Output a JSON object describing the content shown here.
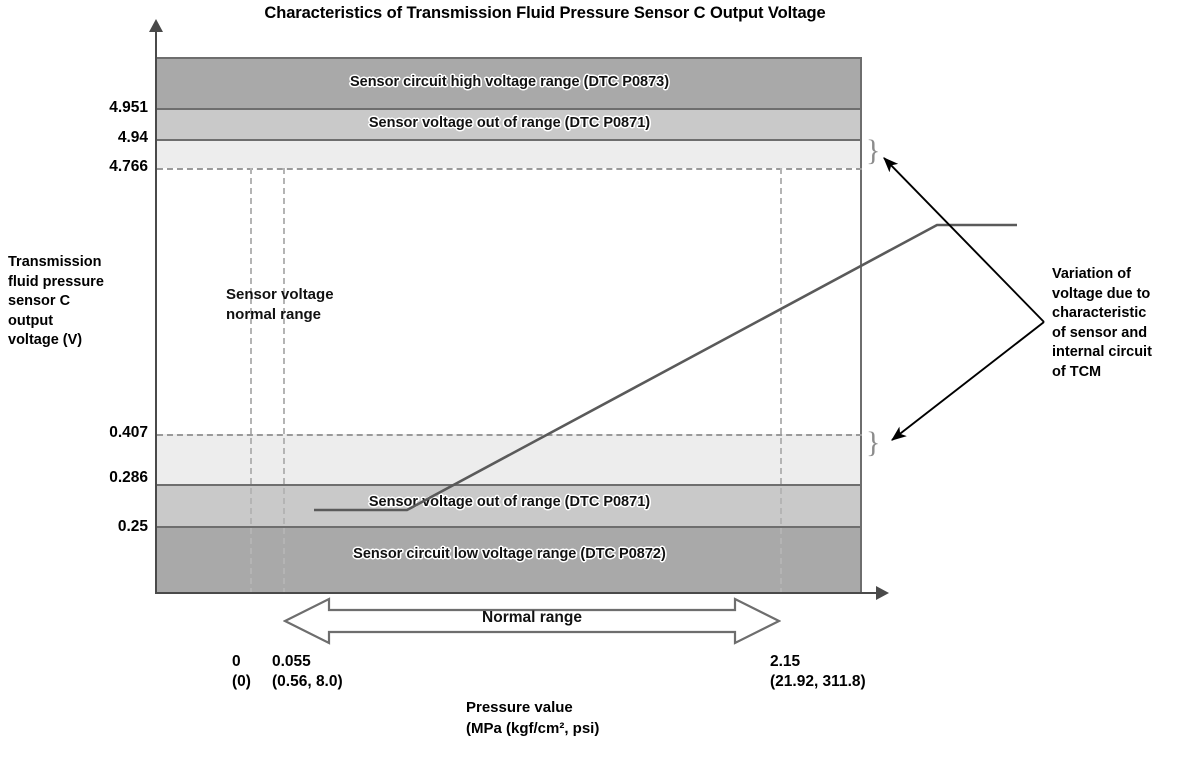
{
  "chart_data": {
    "type": "line",
    "title": "Characteristics of Transmission Fluid Pressure Sensor C Output Voltage",
    "xlabel_line1": "Pressure value",
    "xlabel_line2": "(MPa (kgf/cm², psi)",
    "ylabel_lines": [
      "Transmission",
      "fluid pressure",
      "sensor C",
      "output",
      "voltage (V)"
    ],
    "x": [
      0,
      0.055,
      2.15
    ],
    "y": [
      0.35,
      0.35,
      4.766
    ],
    "xlim": [
      -0.13,
      2.66
    ],
    "ylim": [
      0.0,
      5.3
    ],
    "grid": false,
    "legend": null,
    "series": [
      {
        "name": "Sensor output voltage",
        "points": [
          {
            "x": 0,
            "y": 0.35
          },
          {
            "x": 0.055,
            "y": 0.35
          },
          {
            "x": 2.15,
            "y": 4.766
          },
          {
            "x": 2.66,
            "y": 4.766
          }
        ]
      }
    ],
    "ytick_values": [
      4.951,
      4.94,
      4.766,
      0.407,
      0.286,
      0.25
    ],
    "ytick_labels": [
      "4.951",
      "4.94",
      "4.766",
      "0.407",
      "0.286",
      "0.25"
    ],
    "xtick_values": [
      0,
      0.055,
      2.15
    ],
    "xtick_labels": [
      "0",
      "0.055",
      "2.15"
    ],
    "xtick_sublabels": [
      "(0)",
      "(0.56, 8.0)",
      "(21.92, 311.8)"
    ],
    "bands": [
      {
        "id": "high-voltage-range",
        "label": "Sensor circuit high voltage range (DTC P0873)",
        "y_from": 4.951,
        "y_to": 5.3,
        "color": "#a9a9a9"
      },
      {
        "id": "out-of-range-high",
        "label": "Sensor voltage out of range (DTC P0871)",
        "y_from": 4.94,
        "y_to": 4.951,
        "color": "#c9c9c9"
      },
      {
        "id": "variation-high",
        "label": "",
        "y_from": 4.766,
        "y_to": 4.94,
        "color": "#ededed"
      },
      {
        "id": "variation-low",
        "label": "",
        "y_from": 0.286,
        "y_to": 0.407,
        "color": "#ededed"
      },
      {
        "id": "out-of-range-low",
        "label": "Sensor voltage out of range (DTC P0871)",
        "y_from": 0.25,
        "y_to": 0.286,
        "color": "#c9c9c9"
      },
      {
        "id": "low-voltage-range",
        "label": "Sensor circuit low voltage range (DTC P0872)",
        "y_from": 0.0,
        "y_to": 0.25,
        "color": "#a9a9a9"
      }
    ],
    "annotations": [
      {
        "id": "normal-range-inner",
        "text_lines": [
          "Sensor voltage",
          "normal range"
        ]
      },
      {
        "id": "variation-note",
        "text_lines": [
          "Variation of",
          "voltage due to",
          "characteristic",
          "of sensor and",
          "internal circuit",
          "of TCM"
        ]
      },
      {
        "id": "normal-range-arrow",
        "text": "Normal range",
        "x_from": 0.055,
        "x_to": 2.15
      }
    ],
    "colors": {
      "band_dark": "#a9a9a9",
      "band_mid": "#c9c9c9",
      "band_light": "#ededed",
      "axis": "#4a4a4a",
      "curve": "#5a5a5a",
      "dashed": "#a8a8a8",
      "background": "#ffffff"
    }
  }
}
